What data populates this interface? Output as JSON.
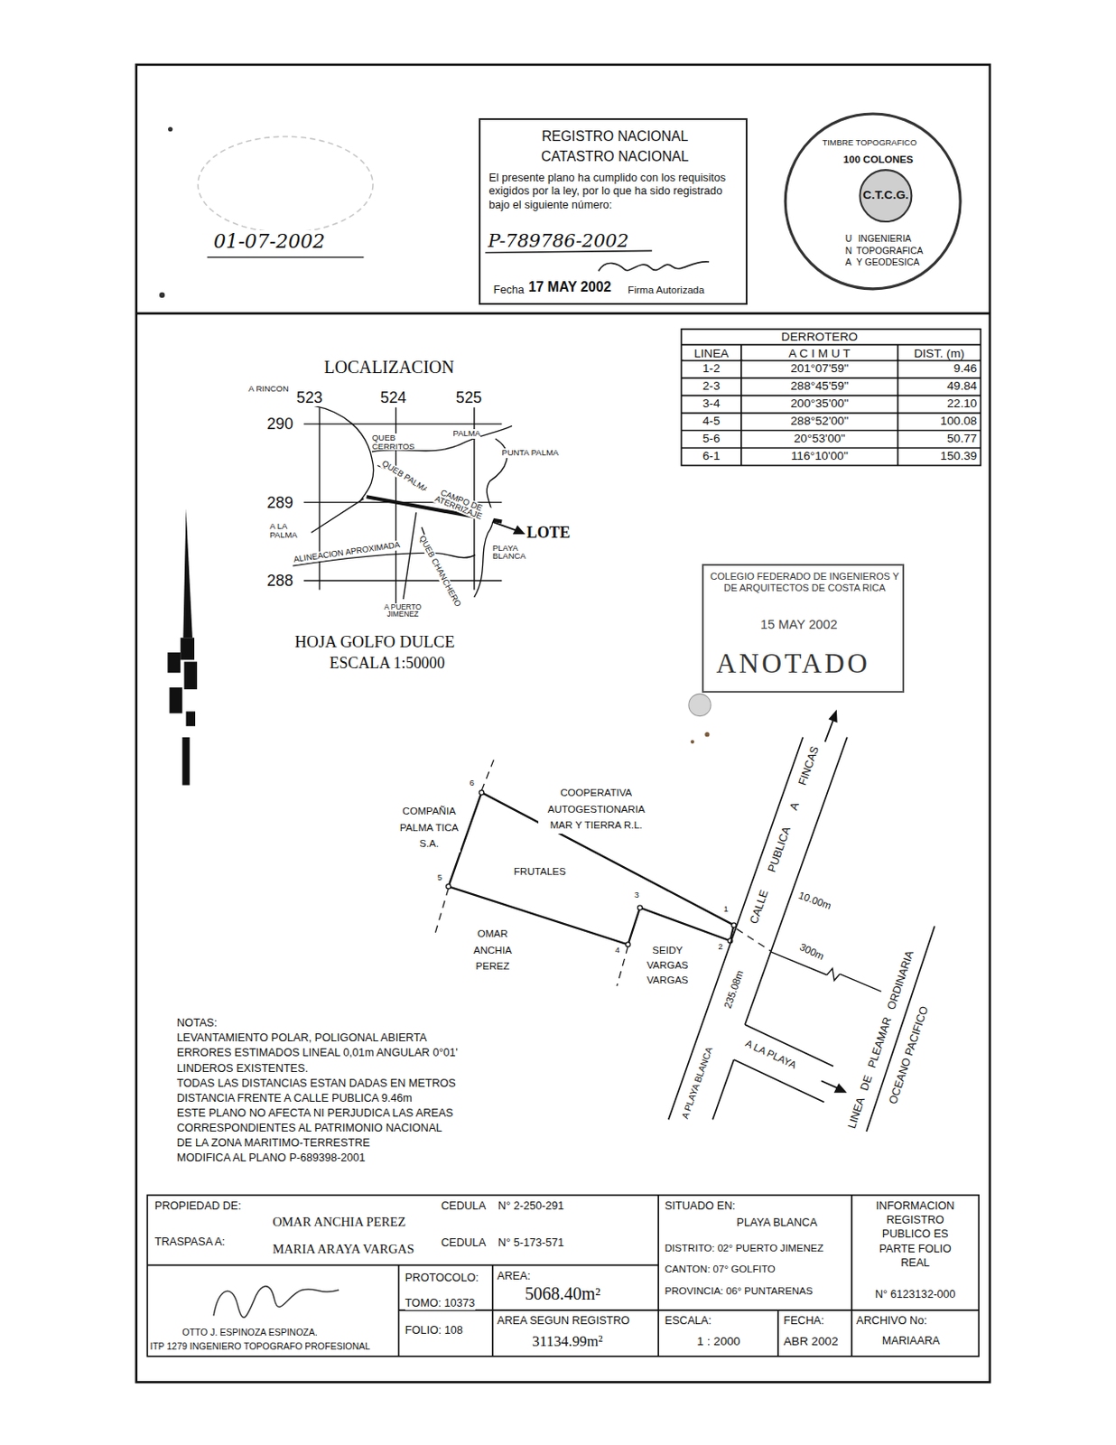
{
  "diagram": {
    "nodes": [
      {
        "text": [
          "REGISTRO NACIONAL",
          "CATASTRO NACIONAL",
          "El presente plano ha cumplido con los requisitos exigidos por la ley, por lo que ha sido registrado bajo el siguiente número:",
          "P-789786-2002",
          "Fecha",
          "17 MAY 2002",
          "Firma Autorizada"
        ]
      },
      {
        "text": [
          "TIMBRE TOPOGRAFICO",
          "100 COLONES",
          "C.T.C.G.",
          "U",
          "N",
          "A",
          "INGENIERIA",
          "TOPOGRAFICA",
          "Y GEODESICA"
        ]
      },
      {
        "text": [
          "COLEGIO FEDERADO DE INGENIEROS Y DE ARQUITECTOS DE COSTA RICA",
          "15 MAY 2002",
          "ANOTADO"
        ]
      }
    ],
    "labels": [
      "01-07-2002",
      "DERROTERO",
      "LINEA",
      "A C I M U T",
      "DIST. (m)",
      "1-2",
      "201°07'59\"",
      "9.46",
      "2-3",
      "288°45'59\"",
      "49.84",
      "3-4",
      "200°35'00\"",
      "22.10",
      "4-5",
      "288°52'00\"",
      "100.08",
      "5-6",
      "20°53'00\"",
      "50.77",
      "6-1",
      "116°10'00\"",
      "150.39",
      "LOCALIZACION",
      "A RINCON",
      "523",
      "524",
      "525",
      "290",
      "QUEB CERRITOS",
      "PALMA",
      "PUNTA PALMA",
      "QUEB PALMA",
      "289",
      "CAMPO DE ATERRIZAJE",
      "LOTE",
      "A LA PALMA",
      "PLAYA BLANCA",
      "ALINEACION APROXIMADA",
      "288",
      "QUEB CHANCHERO",
      "A PUERTO JIMENEZ",
      "HOJA GOLFO DULCE",
      "ESCALA 1:50000",
      "6",
      "COOPERATIVA AUTOGESTIONARIA MAR Y TIERRA R.L.",
      "COMPAÑIA PALMA TICA S.A.",
      "FRUTALES",
      "5",
      "3",
      "1",
      "CALLE PUBLICA A FINCAS",
      "10.00m",
      "OMAR ANCHIA PEREZ",
      "4",
      "SEIDY VARGAS VARGAS",
      "2",
      "300m",
      "235.08m",
      "LINEA DE PLEAMAR ORDINARIA",
      "OCEANO PACIFICO",
      "A LA PLAYA",
      "A PLAYA BLANCA",
      "NOTAS:",
      "LEVANTAMIENTO POLAR, POLIGONAL ABIERTA",
      "ERRORES ESTIMADOS LINEAL 0,01m ANGULAR 0°01'",
      "LINDEROS EXISTENTES.",
      "TODAS LAS DISTANCIAS ESTAN DADAS EN METROS",
      "DISTANCIA FRENTE A CALLE PUBLICA 9.46m",
      "ESTE PLANO NO AFECTA NI PERJUDICA LAS AREAS",
      "CORRESPONDIENTES AL PATRIMONIO NACIONAL",
      "DE LA ZONA MARITIMO-TERRESTRE",
      "MODIFICA AL PLANO P-689398-2001",
      "PROPIEDAD DE:",
      "OMAR ANCHIA PEREZ",
      "CEDULA",
      "N° 2-250-291",
      "TRASPASA A:",
      "MARIA ARAYA VARGAS",
      "CEDULA",
      "N° 5-173-571",
      "SITUADO EN:",
      "PLAYA BLANCA",
      "DISTRITO: 02° PUERTO JIMENEZ",
      "CANTON: 07° GOLFITO",
      "PROVINCIA: 06° PUNTARENAS",
      "INFORMACION REGISTRO PUBLICO ES PARTE FOLIO REAL",
      "N° 6123132-000",
      "PROTOCOLO:",
      "TOMO: 10373",
      "FOLIO: 108",
      "AREA:",
      "5068.40m²",
      "AREA SEGUN REGISTRO",
      "31134.99m²",
      "ESCALA:",
      "1 : 2000",
      "FECHA:",
      "ABR 2002",
      "ARCHIVO No:",
      "MARIAARA",
      "OTTO J. ESPINOZA ESPINOZA.",
      "ITP 1279 INGENIERO TOPOGRAFO PROFESIONAL"
    ]
  }
}
